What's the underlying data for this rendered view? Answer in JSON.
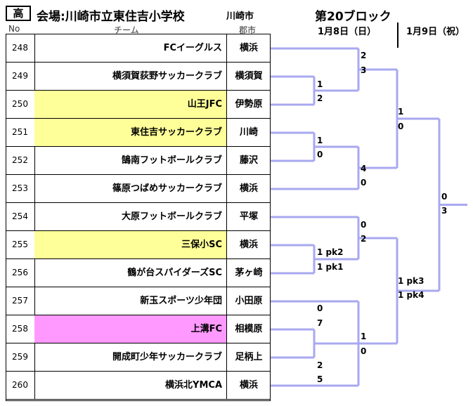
{
  "header": {
    "badge": "高",
    "venue": "会場:川崎市立東住吉小学校",
    "city": "川崎市",
    "block": "第20ブロック",
    "date1": "1月8日（日）",
    "date2": "1月9日（祝）"
  },
  "columns": {
    "no": "No",
    "team": "チーム",
    "city": "郡市"
  },
  "colors": {
    "bracket": "#a8a8f0",
    "yellow": "#ffff99",
    "pink": "#ff99ff"
  },
  "rows": [
    {
      "no": "248",
      "team": "FCイーグルス",
      "city": "横浜",
      "highlight": ""
    },
    {
      "no": "249",
      "team": "横須賀荻野サッカークラブ",
      "city": "横須賀",
      "highlight": ""
    },
    {
      "no": "250",
      "team": "山王JFC",
      "city": "伊勢原",
      "highlight": "yellow"
    },
    {
      "no": "251",
      "team": "東住吉サッカークラブ",
      "city": "川崎",
      "highlight": "yellow"
    },
    {
      "no": "252",
      "team": "鵠南フットボールクラブ",
      "city": "藤沢",
      "highlight": ""
    },
    {
      "no": "253",
      "team": "篠原つばめサッカークラブ",
      "city": "横浜",
      "highlight": ""
    },
    {
      "no": "254",
      "team": "大原フットボールクラブ",
      "city": "平塚",
      "highlight": ""
    },
    {
      "no": "255",
      "team": "三保小SC",
      "city": "横浜",
      "highlight": "yellow"
    },
    {
      "no": "256",
      "team": "鶴が台スパイダーズSC",
      "city": "茅ヶ崎",
      "highlight": ""
    },
    {
      "no": "257",
      "team": "新玉スポーツ少年団",
      "city": "小田原",
      "highlight": ""
    },
    {
      "no": "258",
      "team": "上溝FC",
      "city": "相模原",
      "highlight": "pink"
    },
    {
      "no": "259",
      "team": "開成町少年サッカークラブ",
      "city": "足柄上",
      "highlight": ""
    },
    {
      "no": "260",
      "team": "横浜北YMCA",
      "city": "横浜",
      "highlight": ""
    }
  ],
  "scores": {
    "m1a": "1",
    "m1b": "2",
    "m2a": "2",
    "m2b": "3",
    "m3a": "1",
    "m3b": "0",
    "m4a": "4",
    "m4b": "0",
    "m5a": "1",
    "m5b": "0",
    "m6a": "1 pk2",
    "m6b": "1 pk1",
    "m7a": "0",
    "m7b": "2",
    "m8a": "0",
    "m8b": "7",
    "m9a": "2",
    "m9b": "5",
    "m10a": "1",
    "m10b": "0",
    "m11a": "1 pk3",
    "m11b": "1 pk4",
    "m12a": "0",
    "m12b": "3"
  }
}
